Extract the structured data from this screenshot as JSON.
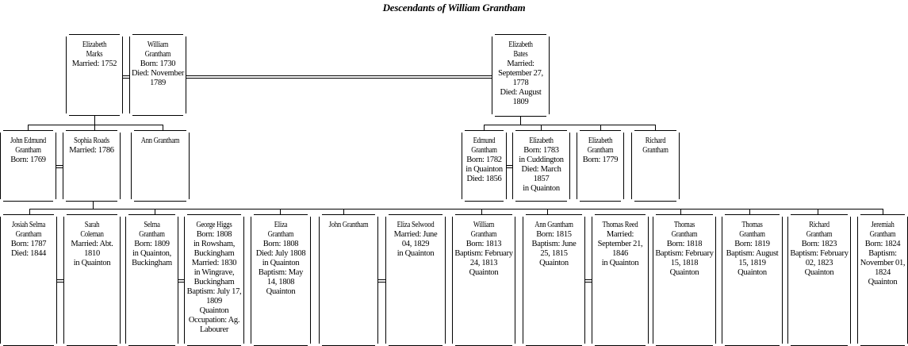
{
  "title": "Descendants of William Grantham",
  "people": {
    "elizabeth_marks": {
      "name": [
        "Elizabeth",
        "Marks"
      ],
      "info": [
        "Married: 1752"
      ]
    },
    "william_grantham_sr": {
      "name": [
        "William",
        "Grantham"
      ],
      "info": [
        "Born: 1730",
        "Died: November",
        "1789"
      ]
    },
    "elizabeth_bates": {
      "name": [
        "Elizabeth",
        "Bates"
      ],
      "info": [
        "Married:",
        "September 27,",
        "1778",
        "Died: August",
        "1809"
      ]
    },
    "john_edmund": {
      "name": [
        "John Edmund",
        "Grantham"
      ],
      "info": [
        "Born: 1769"
      ]
    },
    "sophia_roads": {
      "name": [
        "Sophia Roads"
      ],
      "info": [
        "Married: 1786"
      ]
    },
    "ann_grantham_1": {
      "name": [
        "Ann Grantham"
      ],
      "info": []
    },
    "edmund_grantham": {
      "name": [
        "Edmund",
        "Grantham"
      ],
      "info": [
        "Born: 1782",
        "in Quainton",
        "Died: 1856"
      ]
    },
    "elizabeth_1783": {
      "name": [
        "Elizabeth"
      ],
      "info": [
        "Born: 1783",
        "in Cuddington",
        "Died: March",
        "1857",
        "in Quainton"
      ]
    },
    "elizabeth_1779": {
      "name": [
        "Elizabeth",
        "Grantham"
      ],
      "info": [
        "Born: 1779"
      ]
    },
    "richard_1": {
      "name": [
        "Richard",
        "Grantham"
      ],
      "info": []
    },
    "josiah_selma": {
      "name": [
        "Josiah Selma",
        "Grantham"
      ],
      "info": [
        "Born: 1787",
        "Died: 1844"
      ]
    },
    "sarah_coleman": {
      "name": [
        "Sarah",
        "Coleman"
      ],
      "info": [
        "Married: Abt.",
        "1810",
        "in Quainton"
      ]
    },
    "selma_grantham": {
      "name": [
        "Selma",
        "Grantham"
      ],
      "info": [
        "Born: 1809",
        "in Quainton,",
        "Buckingham"
      ]
    },
    "george_higgs": {
      "name": [
        "George Higgs"
      ],
      "info": [
        "Born: 1808",
        "in Rowsham,",
        "Buckingham",
        "Married: 1830",
        "in Wingrave,",
        "Buckingham",
        "Baptism: July 17,",
        "1809",
        "Quainton",
        "Occupation: Ag.",
        "Labourer"
      ]
    },
    "eliza_grantham": {
      "name": [
        "Eliza",
        "Grantham"
      ],
      "info": [
        "Born: 1808",
        "Died: July 1808",
        "in Quainton",
        "Baptism: May",
        "14, 1808",
        "Quainton"
      ]
    },
    "john_grantham": {
      "name": [
        "John Grantham"
      ],
      "info": []
    },
    "eliza_selwood": {
      "name": [
        "Eliza Selwood"
      ],
      "info": [
        "Married: June",
        "04, 1829",
        "in Quainton"
      ]
    },
    "william_1813": {
      "name": [
        "William",
        "Grantham"
      ],
      "info": [
        "Born: 1813",
        "Baptism: February",
        "24, 1813",
        "Quainton"
      ]
    },
    "ann_grantham_1815": {
      "name": [
        "Ann Grantham"
      ],
      "info": [
        "Born: 1815",
        "Baptism: June",
        "25, 1815",
        "Quainton"
      ]
    },
    "thomas_reed": {
      "name": [
        "Thomas Reed"
      ],
      "info": [
        "Married:",
        "September 21,",
        "1846",
        "in Quainton"
      ]
    },
    "thomas_1818": {
      "name": [
        "Thomas",
        "Grantham"
      ],
      "info": [
        "Born: 1818",
        "Baptism: February",
        "15, 1818",
        "Quainton"
      ]
    },
    "thomas_1819": {
      "name": [
        "Thomas",
        "Grantham"
      ],
      "info": [
        "Born: 1819",
        "Baptism: August",
        "15, 1819",
        "Quainton"
      ]
    },
    "richard_1823": {
      "name": [
        "Richard",
        "Grantham"
      ],
      "info": [
        "Born: 1823",
        "Baptism: February",
        "02, 1823",
        "Quainton"
      ]
    },
    "jeremiah_1824": {
      "name": [
        "Jeremiah",
        "Grantham"
      ],
      "info": [
        "Born: 1824",
        "Baptism:",
        "November 01,",
        "1824",
        "Quainton"
      ]
    }
  }
}
